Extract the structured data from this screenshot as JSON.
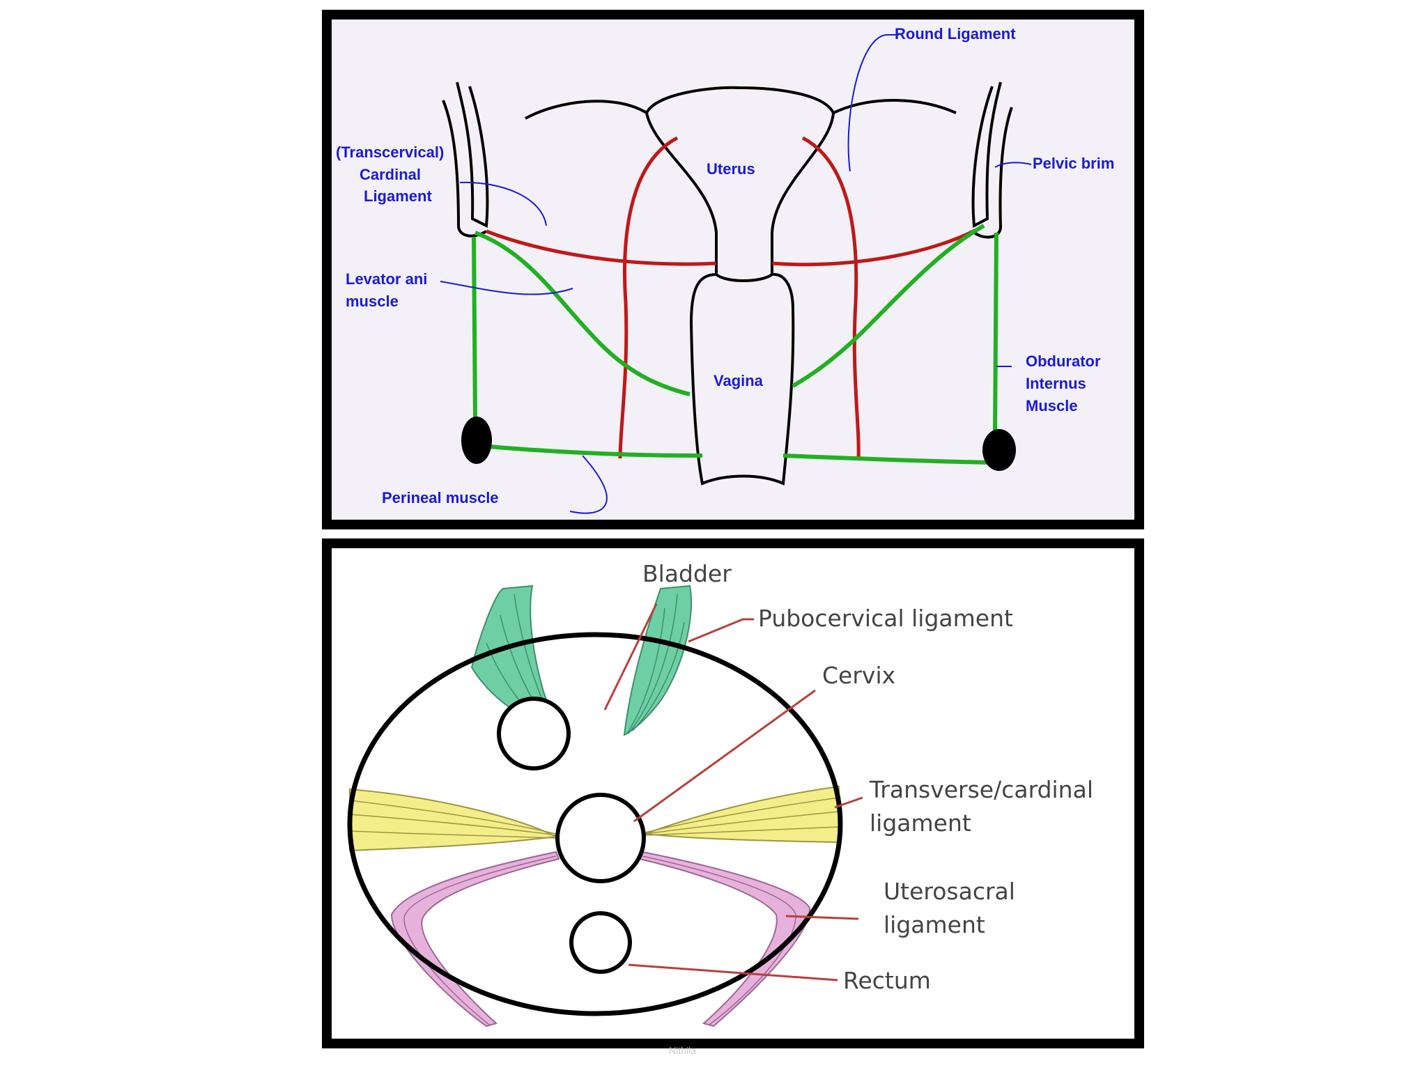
{
  "top_diagram": {
    "labels": {
      "round_ligament": "Round Ligament",
      "cardinal_1": "(Transcervical)",
      "cardinal_2": "Cardinal",
      "cardinal_3": "Ligament",
      "uterus": "Uterus",
      "pelvic_brim": "Pelvic brim",
      "levator_1": "Levator ani",
      "levator_2": "muscle",
      "vagina": "Vagina",
      "obdurator_1": "Obdurator",
      "obdurator_2": "Internus",
      "obdurator_3": "Muscle",
      "perineal": "Perineal muscle"
    },
    "colors": {
      "label": "#1a1ad8",
      "ligament": "#c01818",
      "muscle": "#22b022",
      "outline": "#000000"
    }
  },
  "bottom_diagram": {
    "labels": {
      "bladder": "Bladder",
      "pubocervical": "Pubocervical ligament",
      "cervix": "Cervix",
      "transverse_1": "Transverse/cardinal",
      "transverse_2": "ligament",
      "uterosacral_1": "Uterosacral",
      "uterosacral_2": "ligament",
      "rectum": "Rectum"
    },
    "colors": {
      "pubocervical": "#6fcfa4",
      "transverse": "#f4ee8a",
      "uterosacral": "#e6b2dc",
      "leader": "#b8403c",
      "label": "#444444"
    }
  },
  "footer_text": "Nithila"
}
